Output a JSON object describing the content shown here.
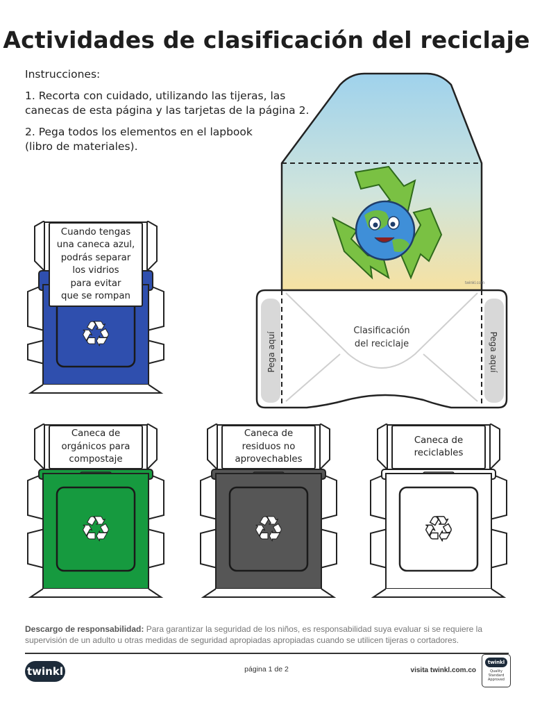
{
  "title": "Actividades de clasificación del reciclaje",
  "instructions": {
    "heading": "Instrucciones:",
    "step1": "1. Recorta con cuidado, utilizando las tijeras, las canecas de esta página y las tarjetas de la página 2.",
    "step2": "2. Pega todos los elementos en el lapbook (libro de materiales)."
  },
  "bins": [
    {
      "label_lines": [
        "Cuando tengas",
        "una caneca azul,",
        "podrás separar",
        "los vidrios",
        "para evitar",
        "que se rompan"
      ],
      "color": "#2f4fae",
      "icon": "recycle-icon"
    },
    {
      "label_lines": [
        "Caneca de",
        "orgánicos para",
        "compostaje"
      ],
      "color": "#169a3f",
      "icon": "recycle-icon"
    },
    {
      "label_lines": [
        "Caneca de",
        "residuos no",
        "aprovechables"
      ],
      "color": "#565656",
      "icon": "recycle-icon"
    },
    {
      "label_lines": [
        "Caneca de",
        "reciclables"
      ],
      "color": "#ffffff",
      "icon": "recycle-outline-icon"
    }
  ],
  "envelope": {
    "center_lines": [
      "Clasificación",
      "del reciclaje"
    ],
    "glue_left": "Pega aquí",
    "glue_right": "Pega aquí",
    "watermark": "twinkl.com",
    "icon": "earth-recycle-icon"
  },
  "footer": {
    "disclaimer_bold": "Descargo de responsabilidad:",
    "disclaimer_text": " Para garantizar la seguridad de los niños, es responsabilidad suya evaluar si se requiere la supervisión de un adulto u otras medidas de seguridad apropiadas apropiadas cuando se utilicen tijeras o cortadores.",
    "page": "página 1 de 2",
    "site": "visita twinkl.com.co",
    "logo": "twinkl",
    "badge_logo": "twinkl",
    "badge_text": "Quality Standard Approved"
  },
  "colors": {
    "blue": "#2f4fae",
    "green": "#169a3f",
    "grey": "#565656",
    "sky": "#9fd2ec",
    "sand": "#f4e2a4"
  }
}
